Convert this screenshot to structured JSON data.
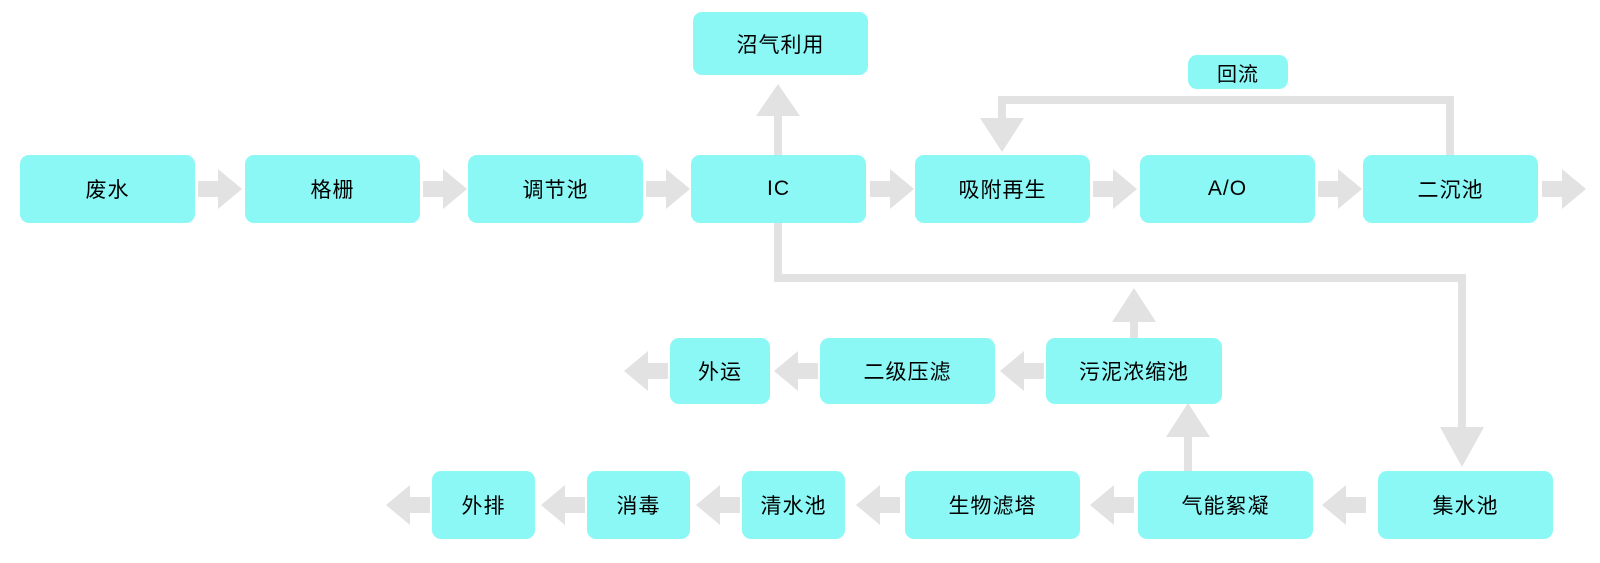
{
  "colors": {
    "node_fill": "#8CF8F6",
    "arrow": "#E2E2E2",
    "text": "#000000",
    "background": "#FFFFFF"
  },
  "nodes": {
    "wastewater": "废水",
    "bar_screen": "格栅",
    "equalization_tank": "调节池",
    "ic_reactor": "IC",
    "adsorption_regeneration": "吸附再生",
    "ao_process": "A/O",
    "secondary_clarifier": "二沉池",
    "biogas_utilization": "沼气利用",
    "reflux": "回流",
    "outward_transport": "外运",
    "secondary_filter_press": "二级压滤",
    "sludge_thickening_tank": "污泥浓缩池",
    "discharge": "外排",
    "disinfection": "消毒",
    "clear_water_tank": "清水池",
    "biological_filter_tower": "生物滤塔",
    "gas_flocculation": "气能絮凝",
    "collection_tank": "集水池"
  }
}
